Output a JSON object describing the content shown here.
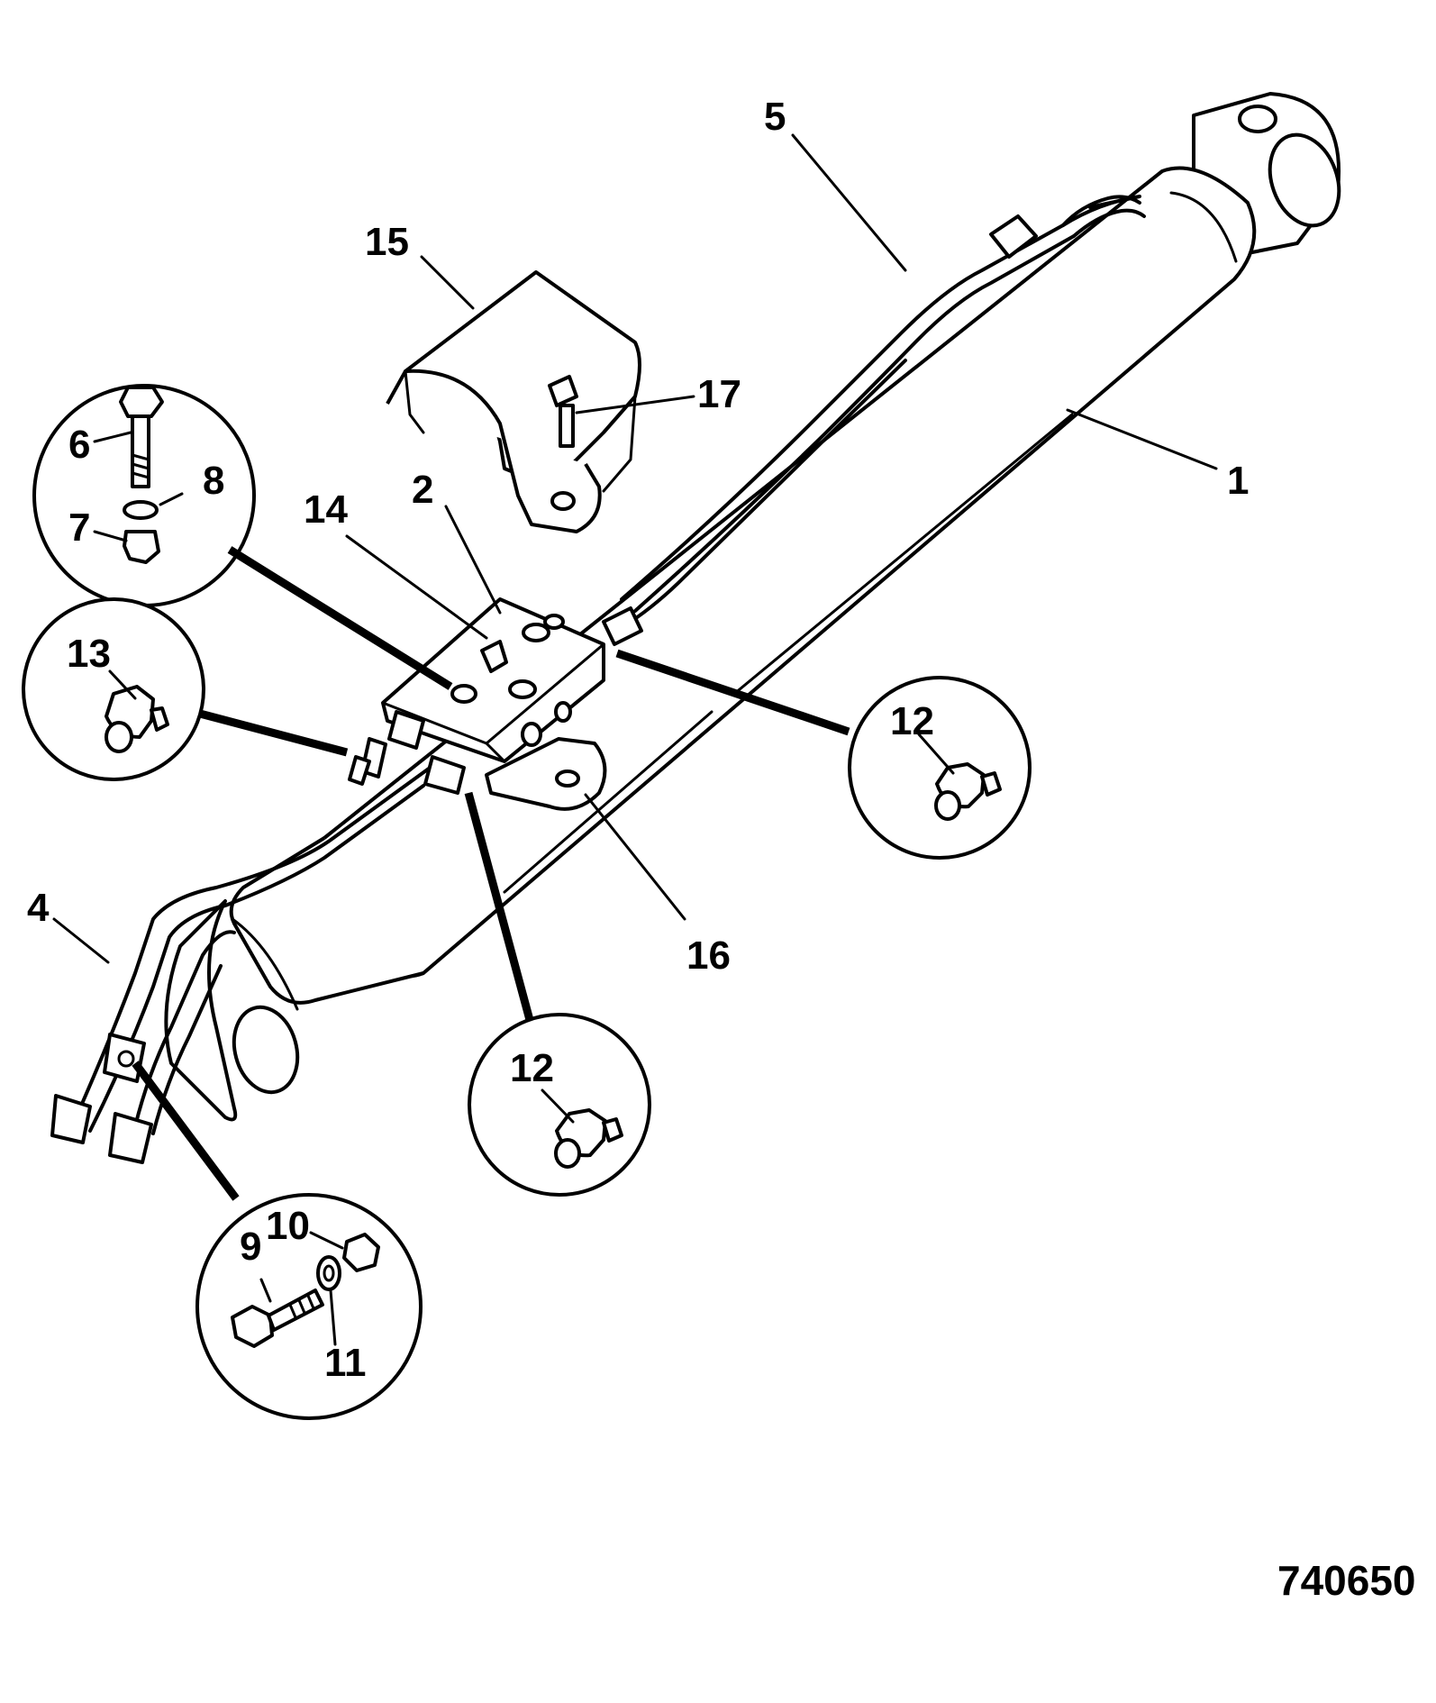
{
  "callouts": {
    "c1": "1",
    "c2": "2",
    "c4": "4",
    "c5": "5",
    "c6": "6",
    "c7": "7",
    "c8": "8",
    "c9": "9",
    "c10": "10",
    "c11": "11",
    "c12a": "12",
    "c12b": "12",
    "c13": "13",
    "c14": "14",
    "c15": "15",
    "c16": "16",
    "c17": "17"
  },
  "drawing_number": "740650"
}
